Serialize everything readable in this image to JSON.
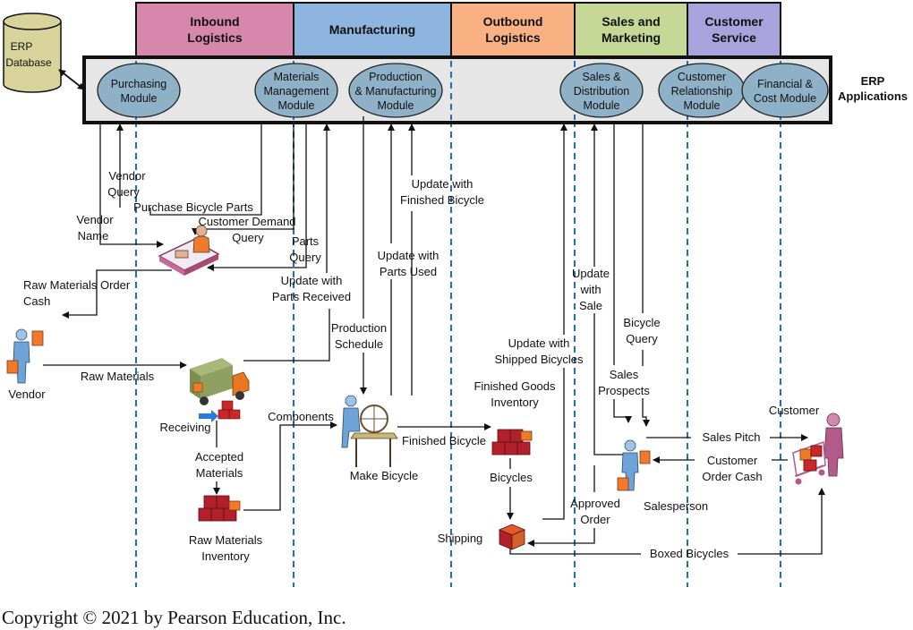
{
  "departments": [
    {
      "lines": [
        "Inbound",
        "Logistics"
      ],
      "color": "#d787ac"
    },
    {
      "lines": [
        "Manufacturing"
      ],
      "color": "#8eb4e0"
    },
    {
      "lines": [
        "Outbound",
        "Logistics"
      ],
      "color": "#f9b183"
    },
    {
      "lines": [
        "Sales and",
        "Marketing"
      ],
      "color": "#c5d896"
    },
    {
      "lines": [
        "Customer",
        "Service"
      ],
      "color": "#a9a3dd"
    }
  ],
  "erp_database": [
    "ERP",
    "Database"
  ],
  "erp_applications": [
    "ERP",
    "Applications"
  ],
  "modules": [
    {
      "lines": [
        "Purchasing",
        "Module"
      ]
    },
    {
      "lines": [
        "Materials",
        "Management",
        "Module"
      ]
    },
    {
      "lines": [
        "Production",
        "& Manufacturing",
        "Module"
      ]
    },
    {
      "lines": [
        "Sales &",
        "Distribution",
        "Module"
      ]
    },
    {
      "lines": [
        "Customer",
        "Relationship",
        "Module"
      ]
    },
    {
      "lines": [
        "Financial &",
        "Cost Module"
      ]
    }
  ],
  "colors": {
    "module_fill": "#8fb1c8",
    "apps_bar": "#e6e6e6",
    "dashed_line": "#1f6fbf",
    "database": "#d8d39a",
    "box": "#b2202b"
  },
  "labels": {
    "vendor_query": [
      "Vendor",
      "Query"
    ],
    "purchase_parts": [
      "Purchase Bicycle Parts"
    ],
    "customer_demand": [
      "Customer Demand",
      "Query"
    ],
    "vendor_name": [
      "Vendor",
      "Name"
    ],
    "parts_query": [
      "Parts",
      "Query"
    ],
    "raw_materials_order": [
      "Raw Materials Order",
      "Cash"
    ],
    "update_parts_received": [
      "Update with",
      "Parts Received"
    ],
    "production_schedule": [
      "Production",
      "Schedule"
    ],
    "update_parts_used": [
      "Update with",
      "Parts Used"
    ],
    "update_finished_bicycle": [
      "Update with",
      "Finished Bicycle"
    ],
    "update_shipped": [
      "Update with",
      "Shipped Bicycles"
    ],
    "update_sale": [
      "Update",
      "with",
      "Sale"
    ],
    "bicycle_query": [
      "Bicycle",
      "Query"
    ],
    "sales_prospects": [
      "Sales",
      "Prospects"
    ],
    "raw_materials": [
      "Raw Materials"
    ],
    "vendor": [
      "Vendor"
    ],
    "receiving": [
      "Receiving"
    ],
    "components": [
      "Components"
    ],
    "accepted_materials": [
      "Accepted",
      "Materials"
    ],
    "make_bicycle": [
      "Make Bicycle"
    ],
    "finished_bicycle": [
      "Finished Bicycle"
    ],
    "finished_goods": [
      "Finished Goods",
      "Inventory"
    ],
    "bicycles": [
      "Bicycles"
    ],
    "raw_materials_inventory": [
      "Raw Materials",
      "Inventory"
    ],
    "shipping": [
      "Shipping"
    ],
    "approved_order": [
      "Approved",
      "Order"
    ],
    "salesperson": [
      "Salesperson"
    ],
    "customer": [
      "Customer"
    ],
    "sales_pitch": [
      "Sales Pitch"
    ],
    "customer_order_cash": [
      "Customer",
      "Order Cash"
    ],
    "boxed_bicycles": [
      "Boxed Bicycles"
    ]
  },
  "copyright": "Copyright © 2021 by Pearson Education, Inc."
}
